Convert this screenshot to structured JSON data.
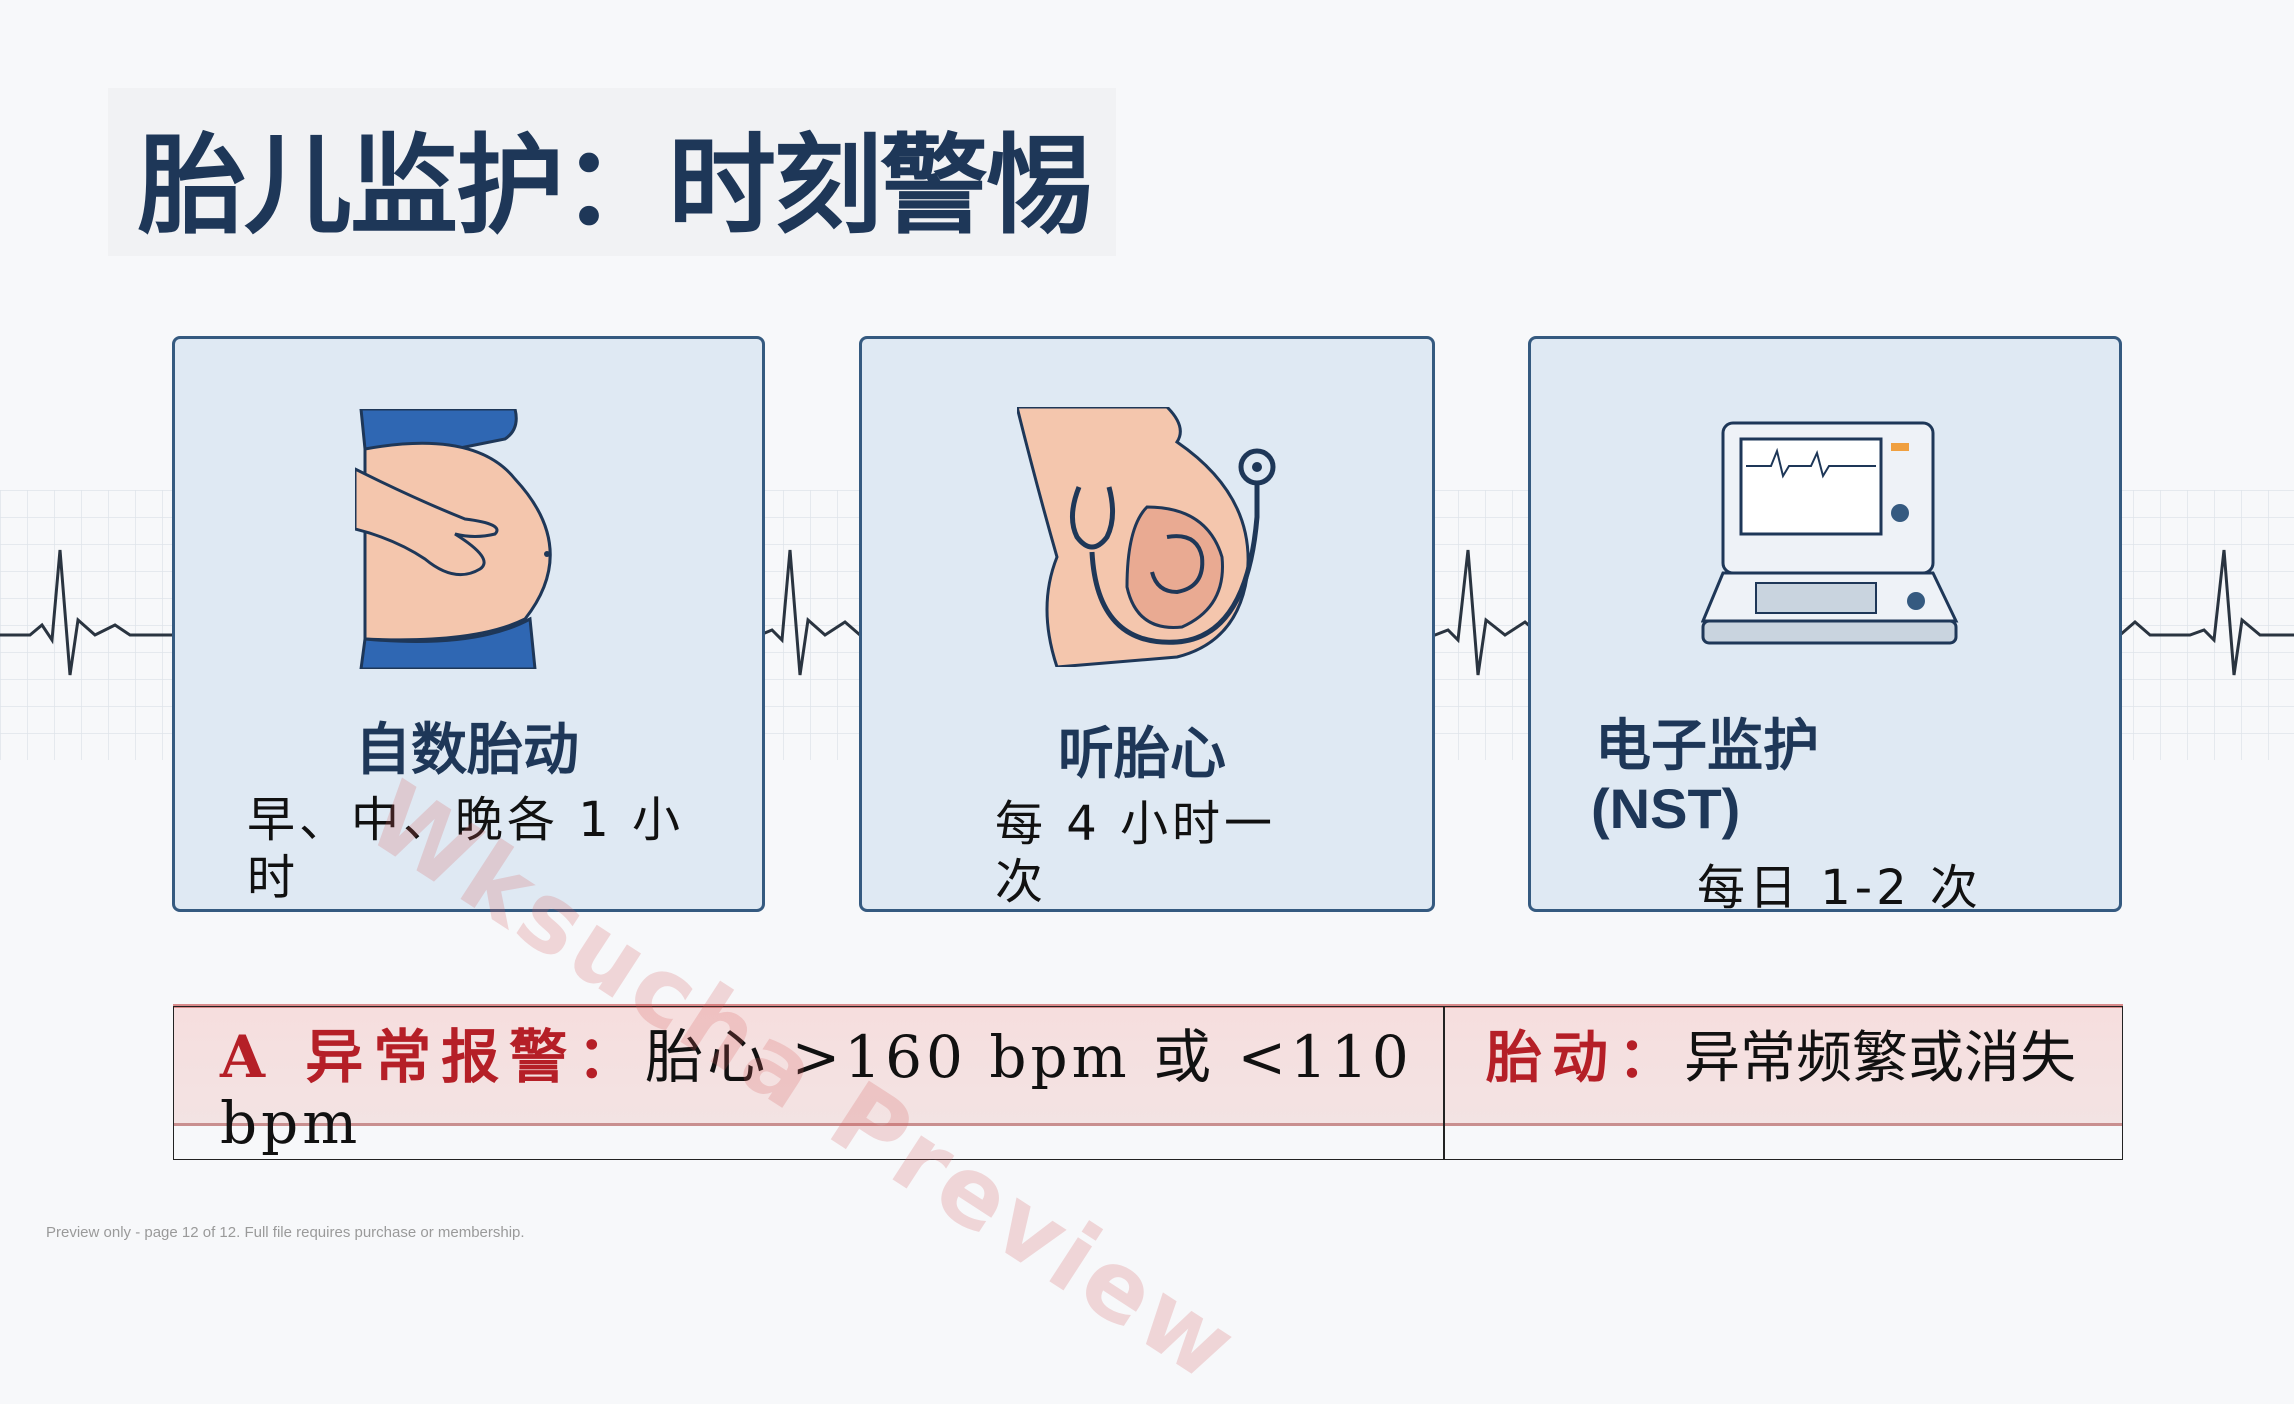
{
  "title": "胎儿监护：时刻警惕",
  "cards": [
    {
      "heading": "自数胎动",
      "text": "早、中、晚各 1 小时",
      "icon": "hand-on-belly-icon"
    },
    {
      "heading": "听胎心",
      "text": "每 4 小时一次",
      "icon": "stethoscope-fetus-icon"
    },
    {
      "heading": "电子监护",
      "heading2": "(NST)",
      "text": "每日 1-2 次",
      "icon": "fetal-monitor-icon"
    }
  ],
  "alert": {
    "left_label": "A 异常报警：",
    "left_text": "胎心 >160 bpm 或 <110 bpm",
    "right_label": "胎动：",
    "right_text": "异常频繁或消失"
  },
  "watermark": "Wksucha Preview",
  "footer": "Preview only - page 12 of 12. Full file requires purchase or membership.",
  "colors": {
    "title": "#1e3758",
    "card_bg": "#dfe9f3",
    "card_border": "#355a80",
    "alert": "#b51f27"
  }
}
